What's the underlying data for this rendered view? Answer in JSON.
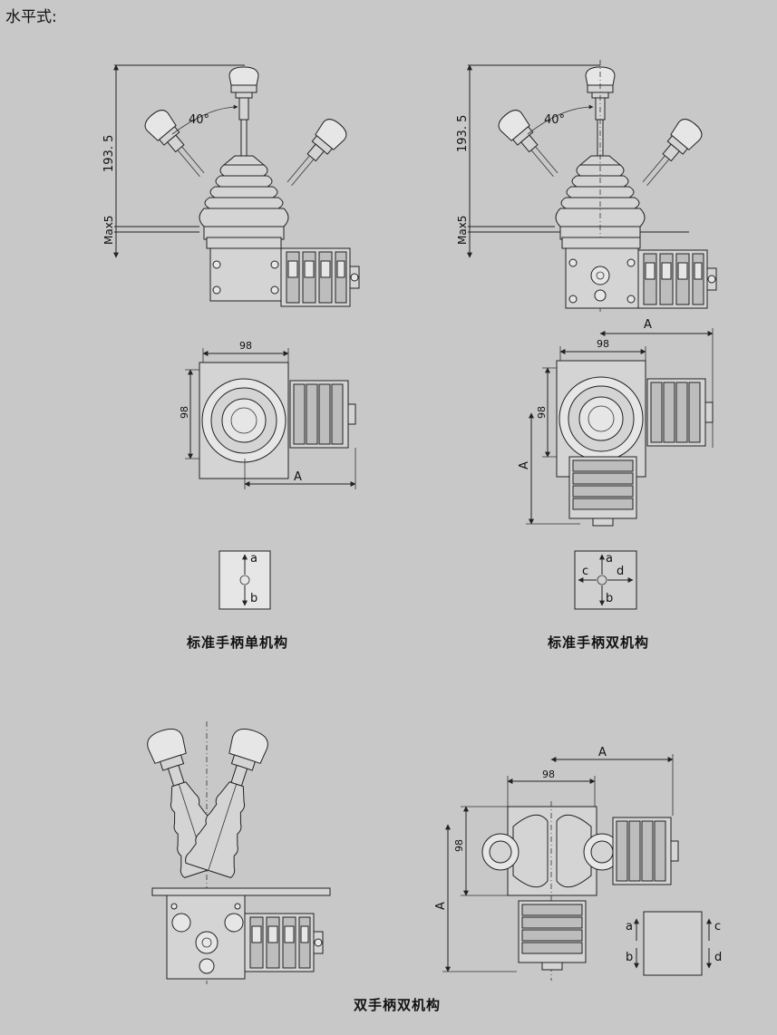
{
  "page": {
    "title": "水平式:"
  },
  "dimensions": {
    "height": "193. 5",
    "max": "Max5",
    "angle": "40°",
    "width": "98",
    "depth": "98",
    "a_dim": "A"
  },
  "directions": {
    "a": "a",
    "b": "b",
    "c": "c",
    "d": "d"
  },
  "captions": {
    "single": "标准手柄单机构",
    "double": "标准手柄双机构",
    "twin": "双手柄双机构"
  },
  "colors": {
    "background": "#c8c8c8",
    "line": "#222222",
    "fill": "#d4d4d4"
  }
}
